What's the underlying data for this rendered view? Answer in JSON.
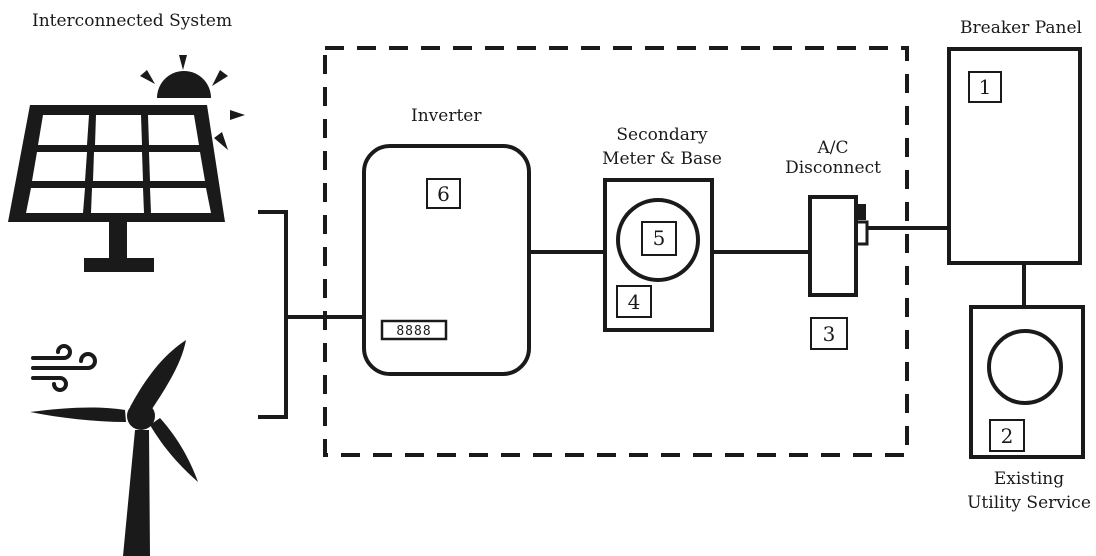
{
  "title": "Interconnected System",
  "components": {
    "inverter": {
      "label": "Inverter",
      "number": "6",
      "display": "8888"
    },
    "meter": {
      "label_line1": "Secondary",
      "label_line2": "Meter & Base",
      "number_inner": "5",
      "number_outer": "4"
    },
    "disconnect": {
      "label_line1": "A/C",
      "label_line2": "Disconnect",
      "number": "3"
    },
    "breaker_panel": {
      "label": "Breaker Panel",
      "number": "1"
    },
    "utility": {
      "label_line1": "Existing",
      "label_line2": "Utility Service",
      "number": "2"
    }
  },
  "icons": [
    "solar-panel-icon",
    "sun-icon",
    "wind-turbine-icon",
    "wind-lines-icon"
  ],
  "colors": {
    "ink": "#1a1a1a",
    "background": "#ffffff"
  }
}
